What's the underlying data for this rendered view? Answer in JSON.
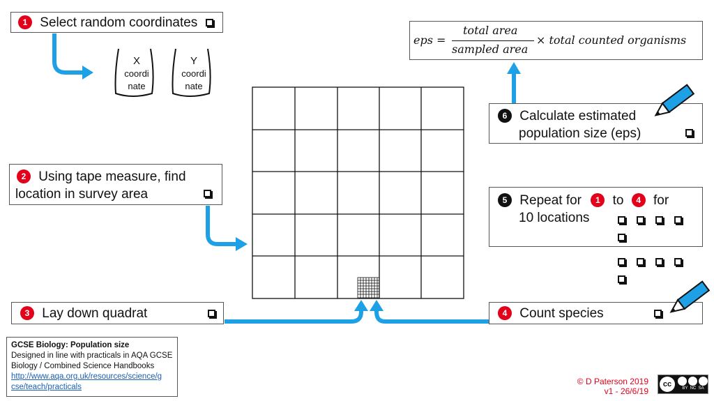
{
  "steps": {
    "s1": {
      "num": "1",
      "text": "Select random coordinates"
    },
    "s2": {
      "num": "2",
      "line1": "Using tape measure, find",
      "line2": "location in survey area"
    },
    "s3": {
      "num": "3",
      "text": "Lay down quadrat"
    },
    "s4": {
      "num": "4",
      "text": "Count species"
    },
    "s5": {
      "num": "5",
      "pre": "Repeat for",
      "from": "1",
      "mid": "to",
      "to": "4",
      "post": "for",
      "line2": "10 locations"
    },
    "s6": {
      "num": "6",
      "line1": "Calculate estimated",
      "line2": "population size (eps)"
    }
  },
  "coords": {
    "x": {
      "top": "X",
      "l1": "coordi",
      "l2": "nate"
    },
    "y": {
      "top": "Y",
      "l1": "coordi",
      "l2": "nate"
    }
  },
  "equation": {
    "lhs": "eps =",
    "numerator": "total area",
    "denominator": "sampled area",
    "rhs": "× total counted organisms"
  },
  "info": {
    "title": "GCSE Biology: Population size",
    "line1": "Designed in line with practicals in AQA GCSE",
    "line2": "Biology / Combined Science Handbooks",
    "link1": "http://www.aqa.org.uk/resources/science/g",
    "link2": "cse/teach/practicals"
  },
  "credit": {
    "line1": "© D Paterson 2019",
    "line2": "v1 -  26/6/19"
  },
  "license": {
    "cc": "cc",
    "tags": "BY  NC  SA"
  },
  "colors": {
    "arrow": "#1ea0e6",
    "accent": "#e3001b"
  }
}
